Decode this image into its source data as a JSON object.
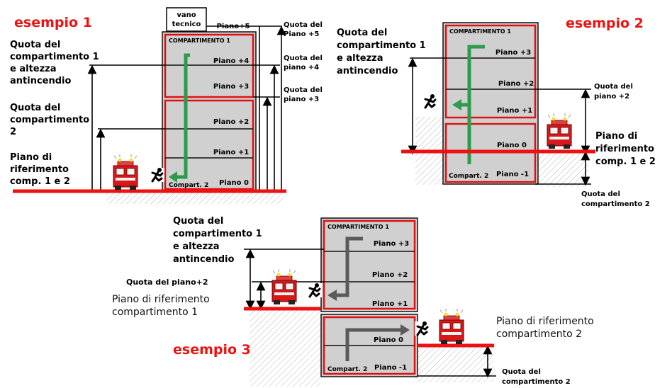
{
  "colors": {
    "building_fill": "#d0d0d0",
    "compartment_outline": "#e01010",
    "ground": "#ee1111",
    "route_green": "#2e9a4c",
    "route_grey": "#5a5a5a"
  },
  "icons": [
    "fire-truck-icon",
    "running-person-icon"
  ],
  "ex1": {
    "title": "esempio 1",
    "vano": [
      "vano",
      "tecnico"
    ],
    "comp1": "COMPARTIMENTO 1",
    "floors": [
      "Piano+5",
      "Piano +4",
      "Piano +3",
      "Piano +2",
      "Piano +1",
      "Piano 0"
    ],
    "compart2": "Compart. 2",
    "left_labels": {
      "quota_c1": [
        "Quota del",
        "compartimento 1",
        "e altezza",
        "antincendio"
      ],
      "quota_c2": [
        "Quota del",
        "compartimento",
        "2"
      ],
      "riferimento": [
        "Piano di",
        "riferimento",
        "comp. 1 e 2"
      ]
    },
    "right_labels": {
      "p5": [
        "Quota del",
        "Piano +5"
      ],
      "p4": [
        "Quota del",
        "piano +4"
      ],
      "p3": [
        "Quota del",
        "piano +3"
      ]
    }
  },
  "ex2": {
    "title": "esempio 2",
    "comp1": "COMPARTIMENTO 1",
    "floors": [
      "Piano +3",
      "Piano +2",
      "Piano +1",
      "Piano 0",
      "Piano -1"
    ],
    "compart2": "Compart. 2",
    "quota_c1": [
      "Quota del",
      "compartimento 1",
      "e altezza",
      "antincendio"
    ],
    "quota_p2": [
      "Quota del",
      "piano +2"
    ],
    "riferimento": [
      "Piano di",
      "riferimento",
      "comp. 1 e 2"
    ],
    "quota_c2": [
      "Quota del",
      "compartimento 2"
    ]
  },
  "ex3": {
    "title": "esempio 3",
    "comp1": "COMPARTIMENTO 1",
    "floors": [
      "Piano +3",
      "Piano +2",
      "Piano +1",
      "Piano 0",
      "Piano -1"
    ],
    "compart2": "Compart. 2",
    "quota_c1": [
      "Quota del",
      "compartimento 1",
      "e altezza",
      "antincendio"
    ],
    "quota_p2": "Quota del piano+2",
    "rif_c1": [
      "Piano di riferimento",
      "compartimento 1"
    ],
    "rif_c2": [
      "Piano di riferimento",
      "compartimento 2"
    ],
    "quota_c2": [
      "Quota del",
      "compartimento 2"
    ]
  }
}
